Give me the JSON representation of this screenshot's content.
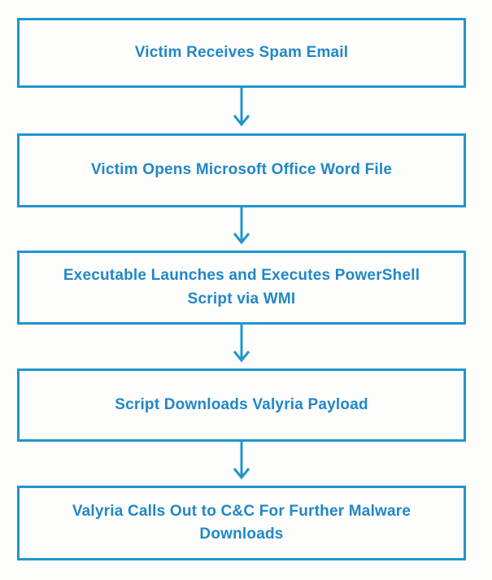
{
  "flowchart": {
    "accent_color": "#2195CD",
    "text_color": "#2287C6",
    "background_color": "#FDFDFC",
    "type": "vertical-flowchart",
    "steps": [
      {
        "label": "Victim Receives Spam Email"
      },
      {
        "label": "Victim Opens Microsoft Office Word File"
      },
      {
        "label": "Executable Launches and Executes PowerShell Script via WMI"
      },
      {
        "label": "Script Downloads Valyria Payload"
      },
      {
        "label": "Valyria Calls Out to C&C For Further Malware Downloads"
      }
    ]
  }
}
